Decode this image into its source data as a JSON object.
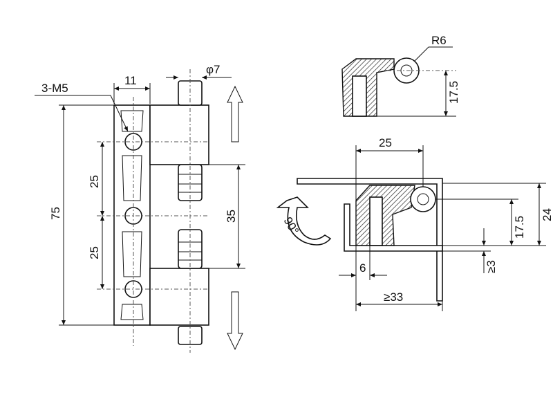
{
  "title": "Hinge dimension drawing",
  "front_view": {
    "thread_label": "3-M5",
    "plate_width": "11",
    "pin_diameter": "φ7",
    "overall_height": "75",
    "hole_pitch_upper": "25",
    "hole_pitch_lower": "25",
    "knuckle_gap": "35"
  },
  "side_view": {
    "radius": "R6",
    "pivot_height": "17.5"
  },
  "installed_view": {
    "pivot_offset": "25",
    "total_height": "24",
    "pivot_height": "17.5",
    "min_clearance": "≥3",
    "wall_thickness": "6",
    "min_depth": "≥33",
    "rotation": "90°"
  }
}
